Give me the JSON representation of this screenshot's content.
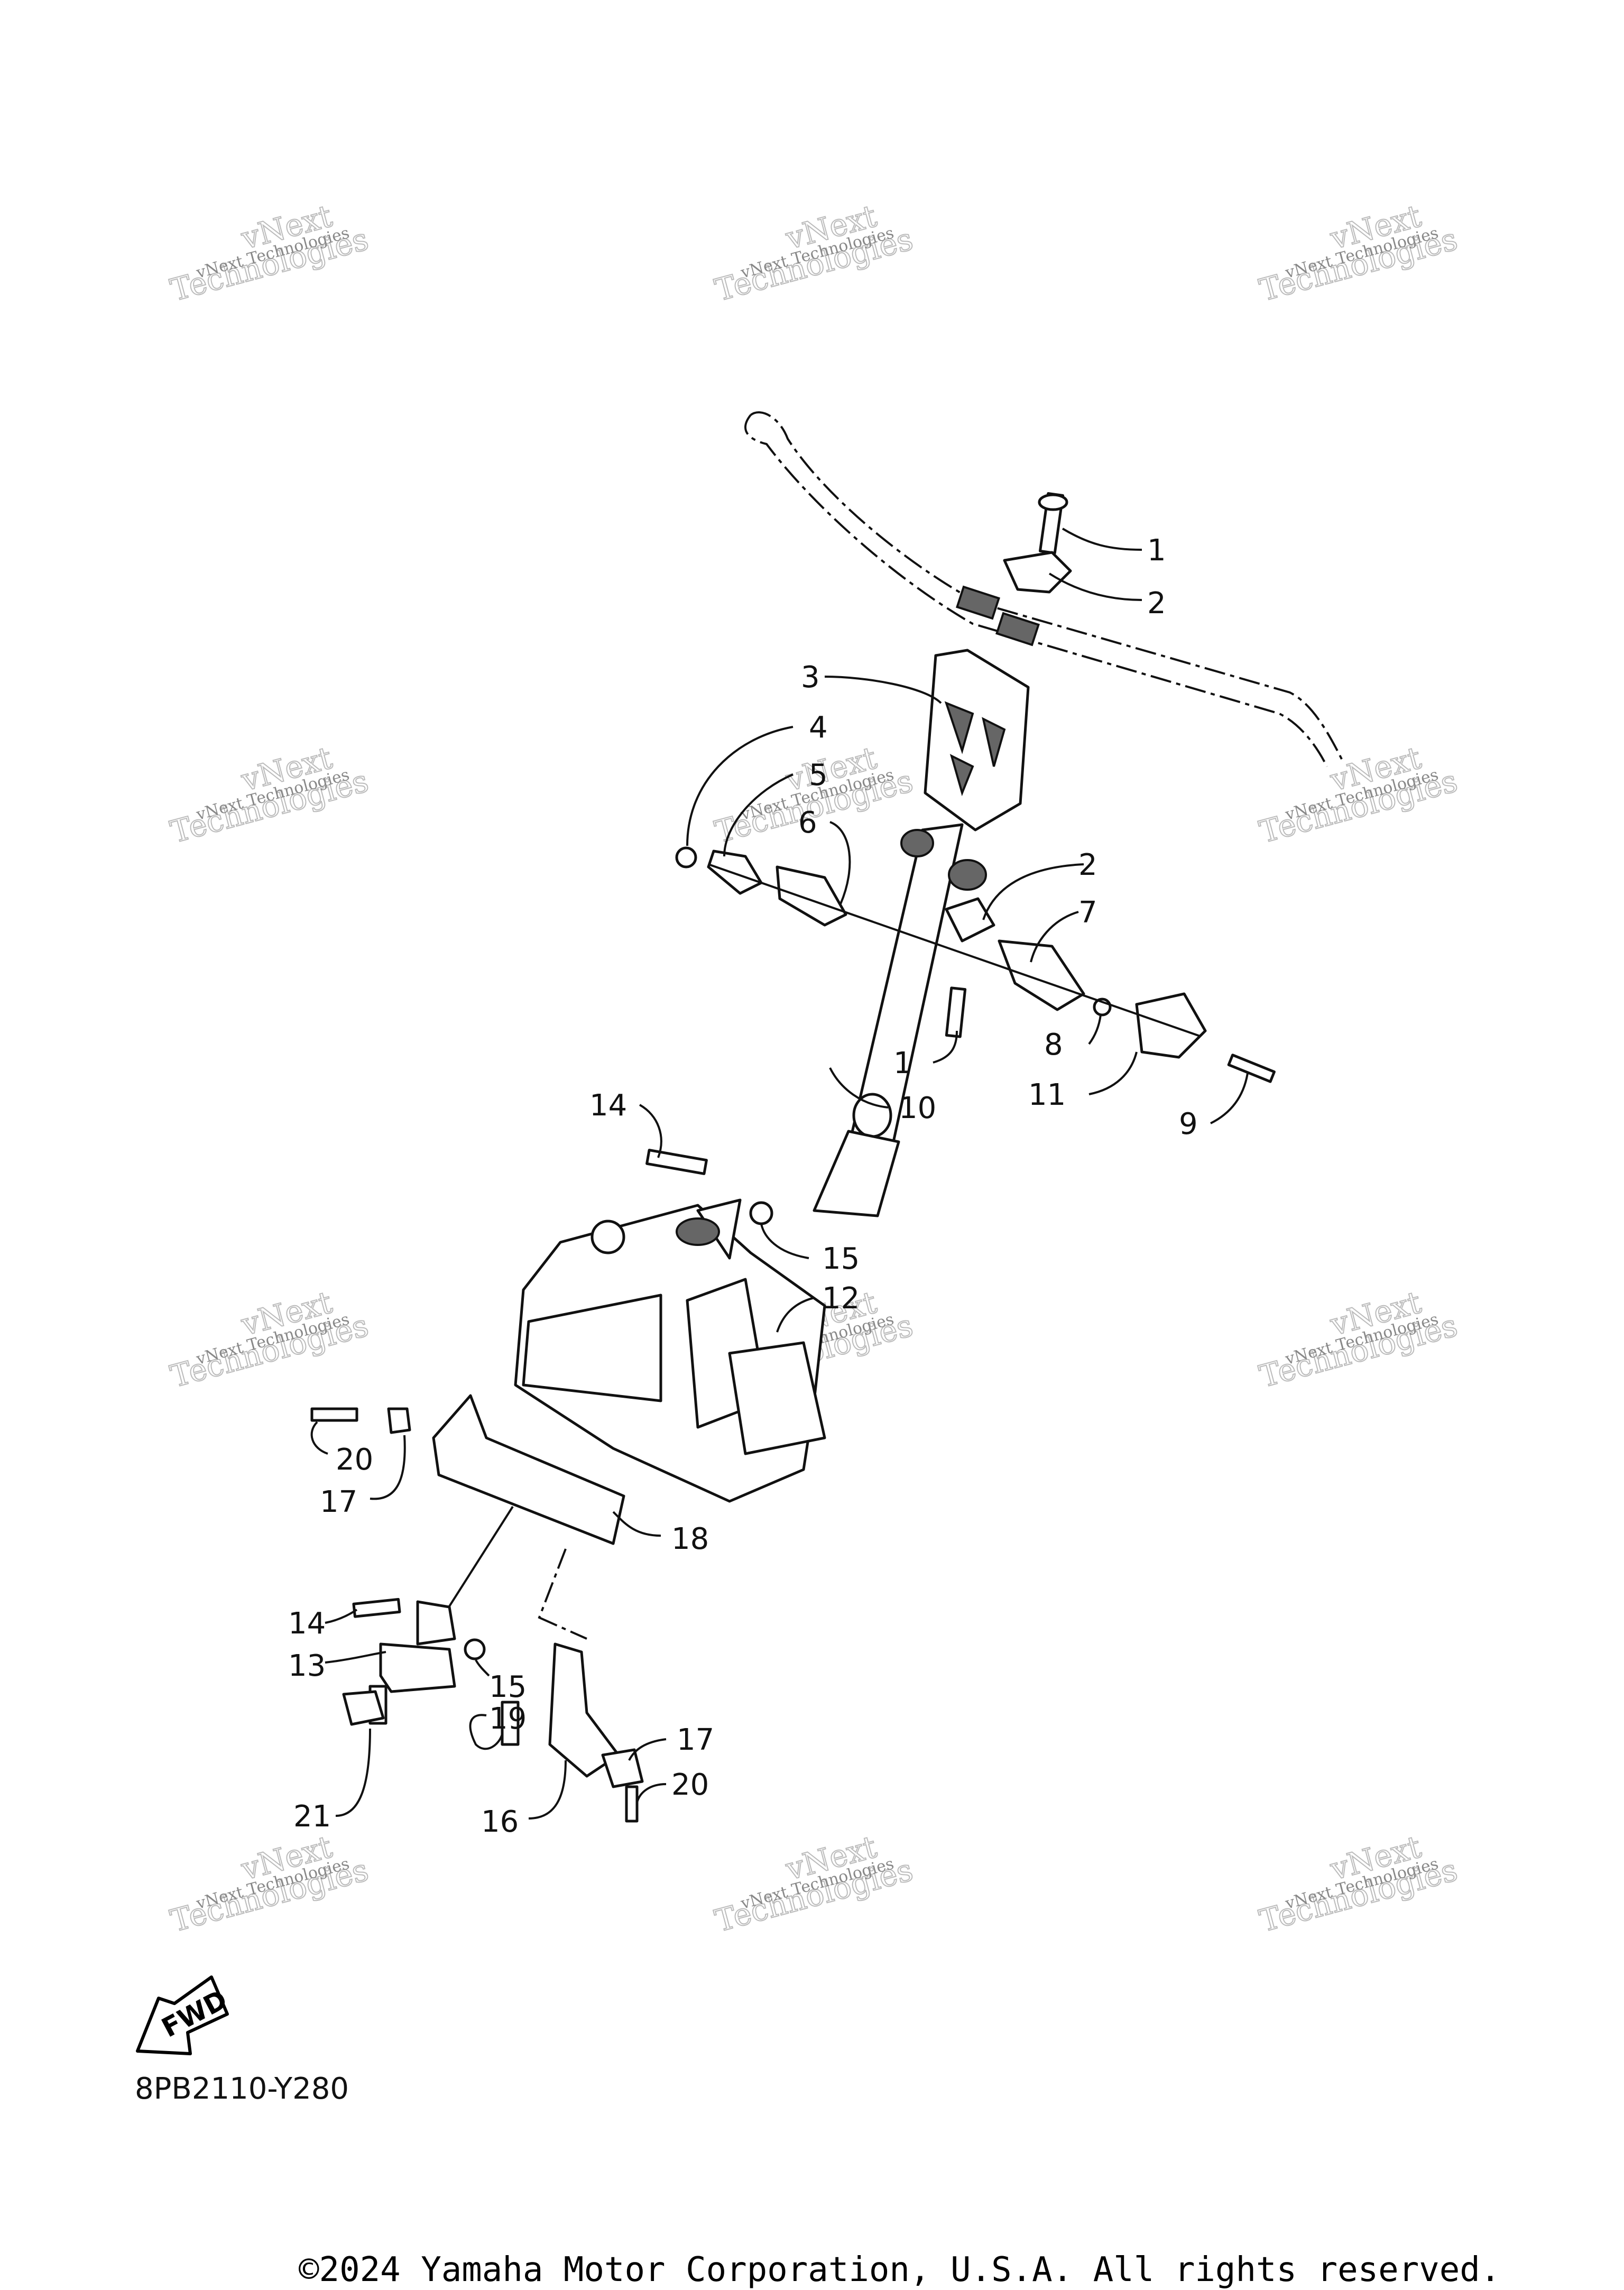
{
  "callouts": {
    "c1a": "1",
    "c2a": "2",
    "c3": "3",
    "c4": "4",
    "c5": "5",
    "c6": "6",
    "c2b": "2",
    "c7": "7",
    "c1b": "1",
    "c8": "8",
    "c11": "11",
    "c9": "9",
    "c10": "10",
    "c14a": "14",
    "c15a": "15",
    "c12": "12",
    "c20a": "20",
    "c17a": "17",
    "c18": "18",
    "c14b": "14",
    "c13": "13",
    "c15b": "15",
    "c19": "19",
    "c17b": "17",
    "c20b": "20",
    "c16": "16",
    "c21": "21"
  },
  "watermark": {
    "small": "vNext Technologies",
    "large": "Technologies",
    "top": "vNext"
  },
  "fwd_badge": "FWD",
  "drawing_code": "8PB2110-Y280",
  "copyright": "©2024 Yamaha Motor Corporation, U.S.A. All rights reserved."
}
